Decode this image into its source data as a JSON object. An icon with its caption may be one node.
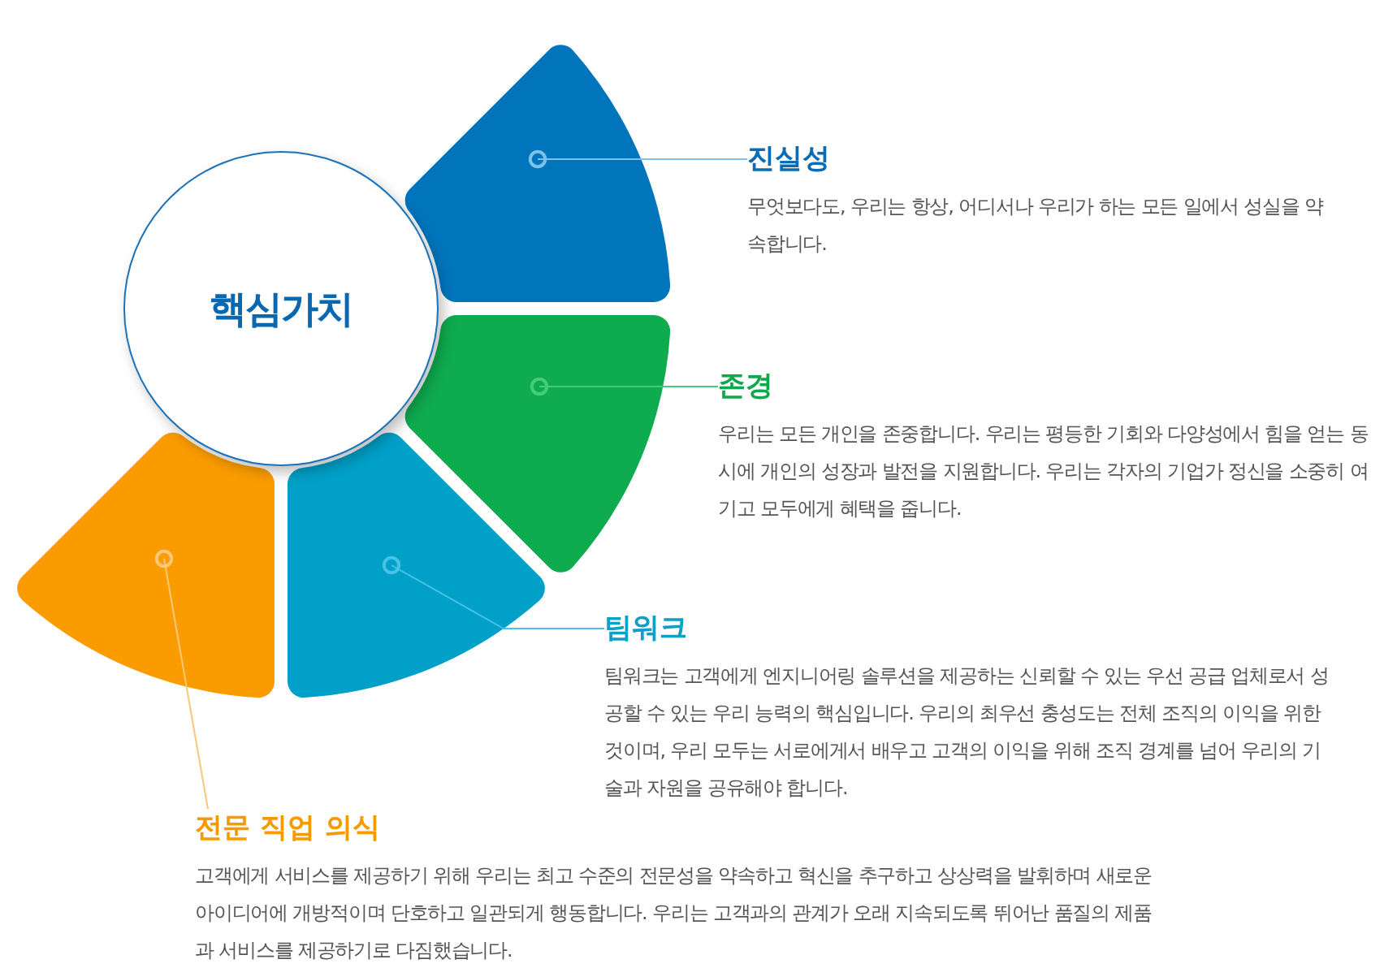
{
  "diagram": {
    "nodes": [
      {
        "text": [
          "핵심가치"
        ]
      },
      {
        "text": [],
        "shape": "wedge"
      },
      {
        "text": [
          "진실성",
          "무엇보다도, 우리는 항상, 어디서나 우리가 하는 모든 일에서 성실을 약속합니다."
        ]
      },
      {
        "text": [],
        "shape": "wedge"
      },
      {
        "text": [
          "존경",
          "우리는 모든 개인을 존중합니다. 우리는 평등한 기회와 다양성에서 힘을 얻는 동시에 개인의 성장과 발전을 지원합니다. 우리는 각자의 기업가 정신을 소중히 여기고 모두에게 혜택을 줍니다."
        ]
      },
      {
        "text": [],
        "shape": "wedge"
      },
      {
        "text": [
          "팀워크",
          "팀워크는 고객에게 엔지니어링 솔루션을 제공하는 신뢰할 수 있는 우선 공급 업체로서 성공할 수 있는 우리 능력의 핵심입니다. 우리의 최우선 충성도는 전체 조직의 이익을 위한 것이며, 우리 모두는 서로에게서 배우고 고객의 이익을 위해 조직 경계를 넘어 우리의 기술과 자원을 공유해야 합니다."
        ]
      },
      {
        "text": [],
        "shape": "wedge"
      },
      {
        "text": [
          "전문 직업 의식",
          "고객에게 서비스를 제공하기 위해 우리는 최고 수준의 전문성을 약속하고 혁신을 추구하고 상상력을 발휘하며 새로운 아이디어에 개방적이며 단호하고 일관되게 행동합니다. 우리는 고객과의 관계가 오래 지속되도록 뛰어난 품질의 제품과 서비스를 제공하기로 다짐했습니다."
        ]
      }
    ],
    "edges": [
      {
        "from": 2,
        "to": 1,
        "arrow": "other",
        "color": "#7cc1ea"
      },
      {
        "from": 4,
        "to": 3,
        "arrow": "other",
        "color": "#46cc78"
      },
      {
        "from": 6,
        "to": 5,
        "arrow": "other",
        "color": "#45c3e6"
      },
      {
        "from": 8,
        "to": 7,
        "arrow": "other",
        "color": "#f9c77a"
      }
    ]
  }
}
